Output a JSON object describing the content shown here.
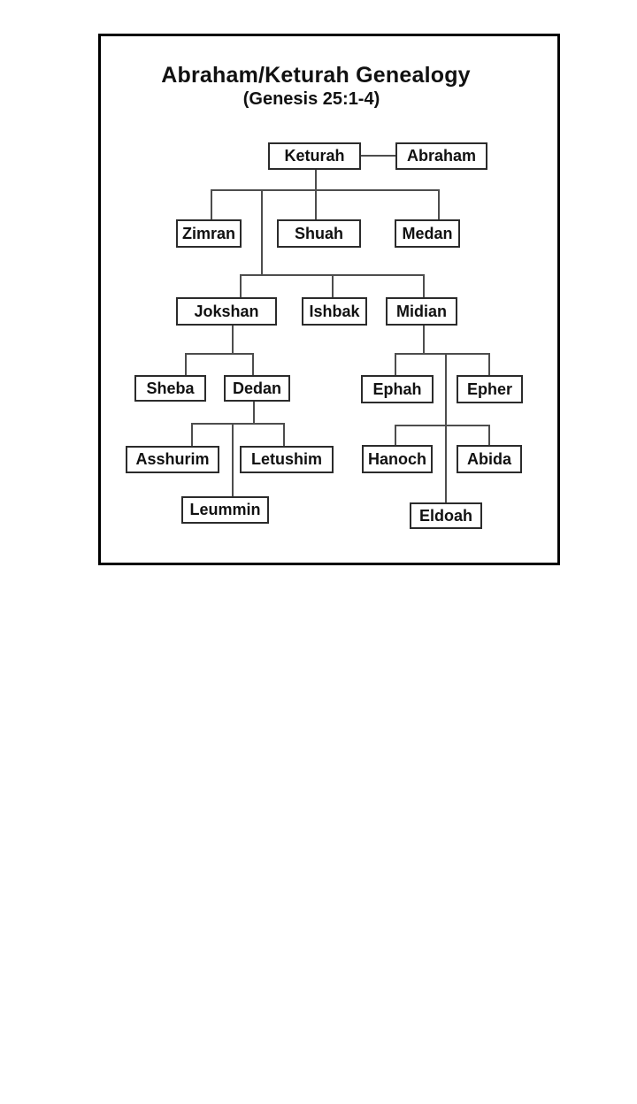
{
  "page": {
    "title": "Abraham/Keturah Genealogy",
    "subtitle": "(Genesis 25:1-4)"
  },
  "tree": {
    "nodes": {
      "keturah": "Keturah",
      "abraham": "Abraham",
      "zimran": "Zimran",
      "shuah": "Shuah",
      "medan": "Medan",
      "jokshan": "Jokshan",
      "ishbak": "Ishbak",
      "midian": "Midian",
      "sheba": "Sheba",
      "dedan": "Dedan",
      "ephah": "Ephah",
      "epher": "Epher",
      "asshurim": "Asshurim",
      "letushim": "Letushim",
      "hanoch": "Hanoch",
      "abida": "Abida",
      "leummin": "Leummin",
      "eldoah": "Eldoah"
    },
    "relationships": {
      "couple": [
        "Keturah",
        "Abraham"
      ],
      "children_of_keturah_abraham": [
        "Zimran",
        "Shuah",
        "Medan",
        "Jokshan",
        "Ishbak",
        "Midian"
      ],
      "children_of_jokshan": [
        "Sheba",
        "Dedan"
      ],
      "children_of_dedan": [
        "Asshurim",
        "Letushim",
        "Leummin"
      ],
      "children_of_midian": [
        "Ephah",
        "Epher",
        "Hanoch",
        "Abida",
        "Eldoah"
      ]
    }
  },
  "colors": {
    "frame_border": "#000000",
    "node_border": "#2b2b2b",
    "connector": "#4d4d4d",
    "text": "#111111",
    "background": "#ffffff"
  }
}
